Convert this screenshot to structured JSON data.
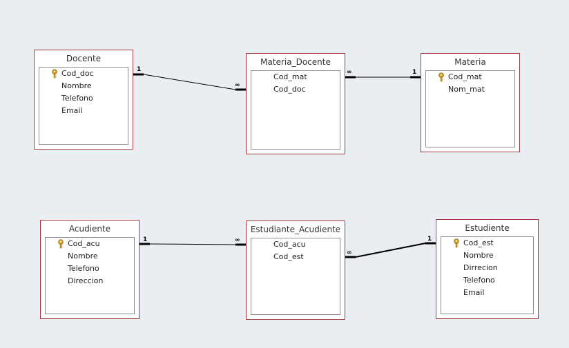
{
  "tables": [
    {
      "id": "docente",
      "title": "Docente",
      "fields": [
        {
          "name": "Cod_doc",
          "key": true
        },
        {
          "name": "Nombre",
          "key": false
        },
        {
          "name": "Telefono",
          "key": false
        },
        {
          "name": "Email",
          "key": false
        }
      ]
    },
    {
      "id": "materia_docente",
      "title": "Materia_Docente",
      "fields": [
        {
          "name": "Cod_mat",
          "key": false
        },
        {
          "name": "Cod_doc",
          "key": false
        }
      ]
    },
    {
      "id": "materia",
      "title": "Materia",
      "fields": [
        {
          "name": "Cod_mat",
          "key": true
        },
        {
          "name": "Nom_mat",
          "key": false
        }
      ]
    },
    {
      "id": "acudiente",
      "title": "Acudiente",
      "fields": [
        {
          "name": "Cod_acu",
          "key": true
        },
        {
          "name": "Nombre",
          "key": false
        },
        {
          "name": "Telefono",
          "key": false
        },
        {
          "name": "Direccion",
          "key": false
        }
      ]
    },
    {
      "id": "estudiante_acudiente",
      "title": "Estudiante_Acudiente",
      "fields": [
        {
          "name": "Cod_acu",
          "key": false
        },
        {
          "name": "Cod_est",
          "key": false
        }
      ]
    },
    {
      "id": "estudiente",
      "title": "Estudiente",
      "fields": [
        {
          "name": "Cod_est",
          "key": true
        },
        {
          "name": "Nombre",
          "key": false
        },
        {
          "name": "Dirrecion",
          "key": false
        },
        {
          "name": "Telefono",
          "key": false
        },
        {
          "name": "Email",
          "key": false
        }
      ]
    }
  ],
  "relationships": [
    {
      "from": "docente",
      "to": "materia_docente",
      "from_card": "1",
      "to_card": "∞"
    },
    {
      "from": "materia_docente",
      "to": "materia",
      "from_card": "∞",
      "to_card": "1"
    },
    {
      "from": "acudiente",
      "to": "estudiante_acudiente",
      "from_card": "1",
      "to_card": "∞"
    },
    {
      "from": "estudiante_acudiente",
      "to": "estudiente",
      "from_card": "∞",
      "to_card": "1"
    }
  ],
  "colors": {
    "background": "#eaedf1",
    "table_border": "#a4373a",
    "inner_border": "#8c8c8c",
    "key_icon": "#d6a42b"
  }
}
